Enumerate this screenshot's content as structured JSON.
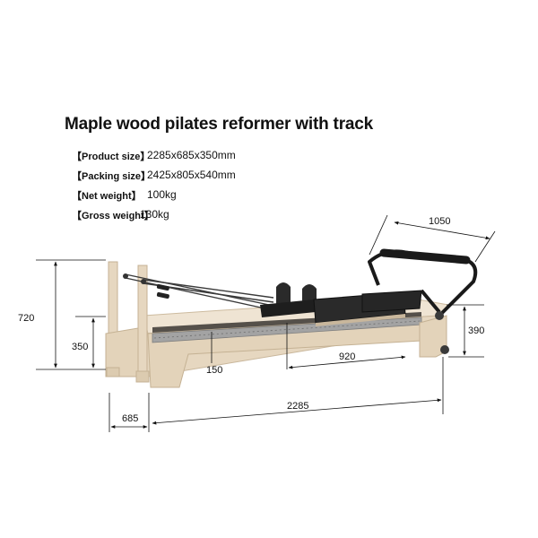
{
  "title": "Maple wood pilates reformer with track",
  "specs": [
    {
      "label": "【Product size】",
      "value": "2285x685x350mm"
    },
    {
      "label": "【Packing size】",
      "value": "2425x805x540mm"
    },
    {
      "label": "【Net weight】",
      "value": "100kg"
    },
    {
      "label": "【Gross weight】",
      "value": "130kg"
    }
  ],
  "dimensions": {
    "total_height": "720",
    "frame_height": "350",
    "width": "685",
    "length": "2285",
    "track_offset": "150",
    "carriage_travel": "920",
    "footbar_width": "1050",
    "footbar_height": "390"
  },
  "colors": {
    "wood": "#e6d7c0",
    "wood_shadow": "#c9b79c",
    "rail": "#8f8f8f",
    "upholstery": "#2a2a2a"
  }
}
